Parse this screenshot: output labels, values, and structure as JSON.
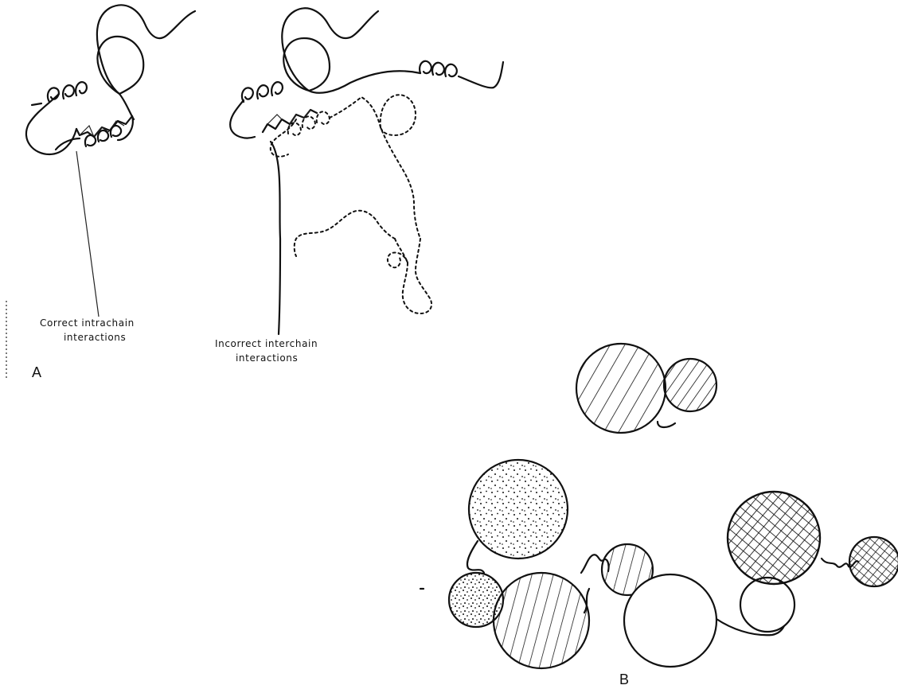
{
  "panel_a": {
    "letter": "A",
    "correct_label": [
      "Correct intrachain",
      "interactions"
    ],
    "incorrect_label": [
      "Incorrect interchain",
      "interactions"
    ]
  },
  "panel_b": {
    "letter": "B"
  }
}
